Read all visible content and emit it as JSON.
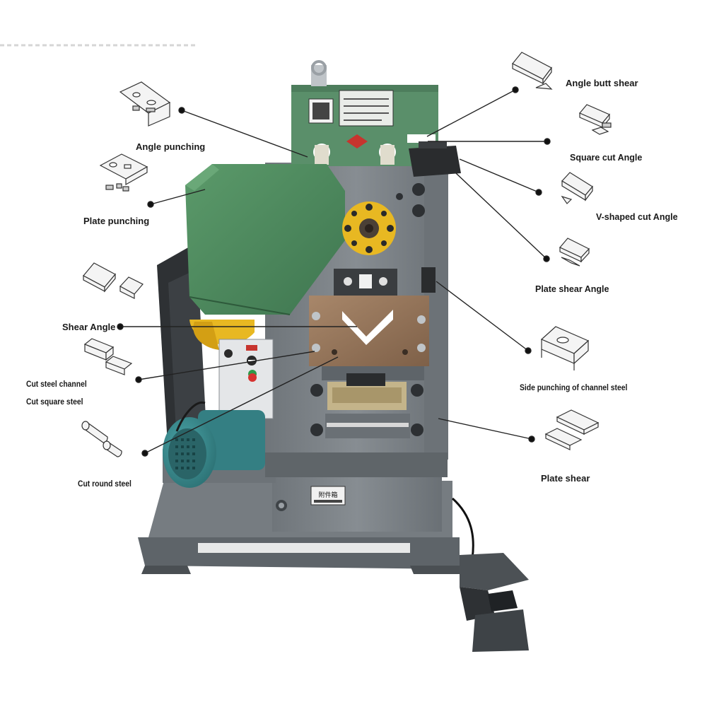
{
  "labels": {
    "angle_punching": "Angle punching",
    "plate_punching": "Plate punching",
    "shear_angle": "Shear Angle",
    "cut_steel_channel": "Cut steel channel",
    "cut_square_steel": "Cut square steel",
    "cut_round_steel": "Cut round steel",
    "angle_butt_shear": "Angle butt shear",
    "square_cut_angle": "Square cut Angle",
    "v_shaped_cut_angle": "V-shaped cut Angle",
    "plate_shear_angle": "Plate shear Angle",
    "side_punching_channel_steel": "Side punching of channel steel",
    "plate_shear": "Plate shear"
  },
  "colors": {
    "machine_gray": "#7f858a",
    "machine_gray_dark": "#5c6166",
    "guard_green": "#4f8a5f",
    "panel_green": "#5a8f6a",
    "wheel_yellow": "#e8b822",
    "motor_teal": "#3c8f93",
    "button_green": "#2f9a4a",
    "button_red": "#d6322f",
    "blade_bronze": "#9c7a58",
    "leader_line": "#222222"
  }
}
